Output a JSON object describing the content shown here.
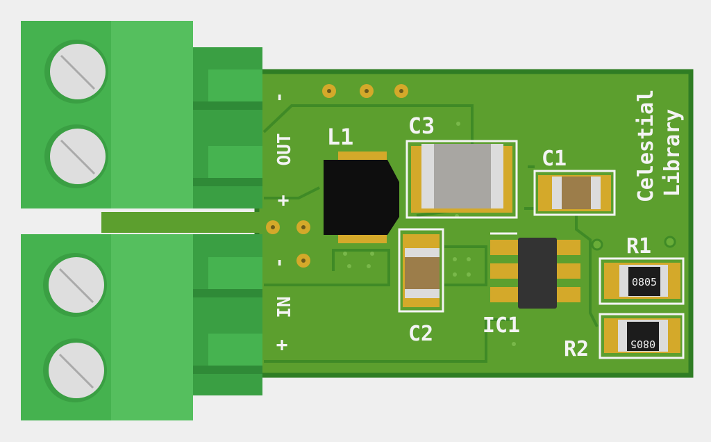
{
  "board": {
    "brand_line1": "Celestial",
    "brand_line2": "Library",
    "connector_out": {
      "label": "OUT",
      "minus": "-",
      "plus": "+"
    },
    "connector_in": {
      "label": "IN",
      "minus": "-",
      "plus": "+"
    },
    "components": {
      "L1": "L1",
      "C1": "C1",
      "C2": "C2",
      "C3": "C3",
      "IC1": "IC1",
      "R1": "R1",
      "R2": "R2"
    },
    "r1_marking": "0805",
    "r2_marking": "0805"
  },
  "colors": {
    "terminal_green": "#3fae49",
    "pcb_green": "#5c9f2e",
    "pcb_edge": "#2f7d24",
    "pad_gold": "#d4a92a",
    "background": "#efefef"
  }
}
